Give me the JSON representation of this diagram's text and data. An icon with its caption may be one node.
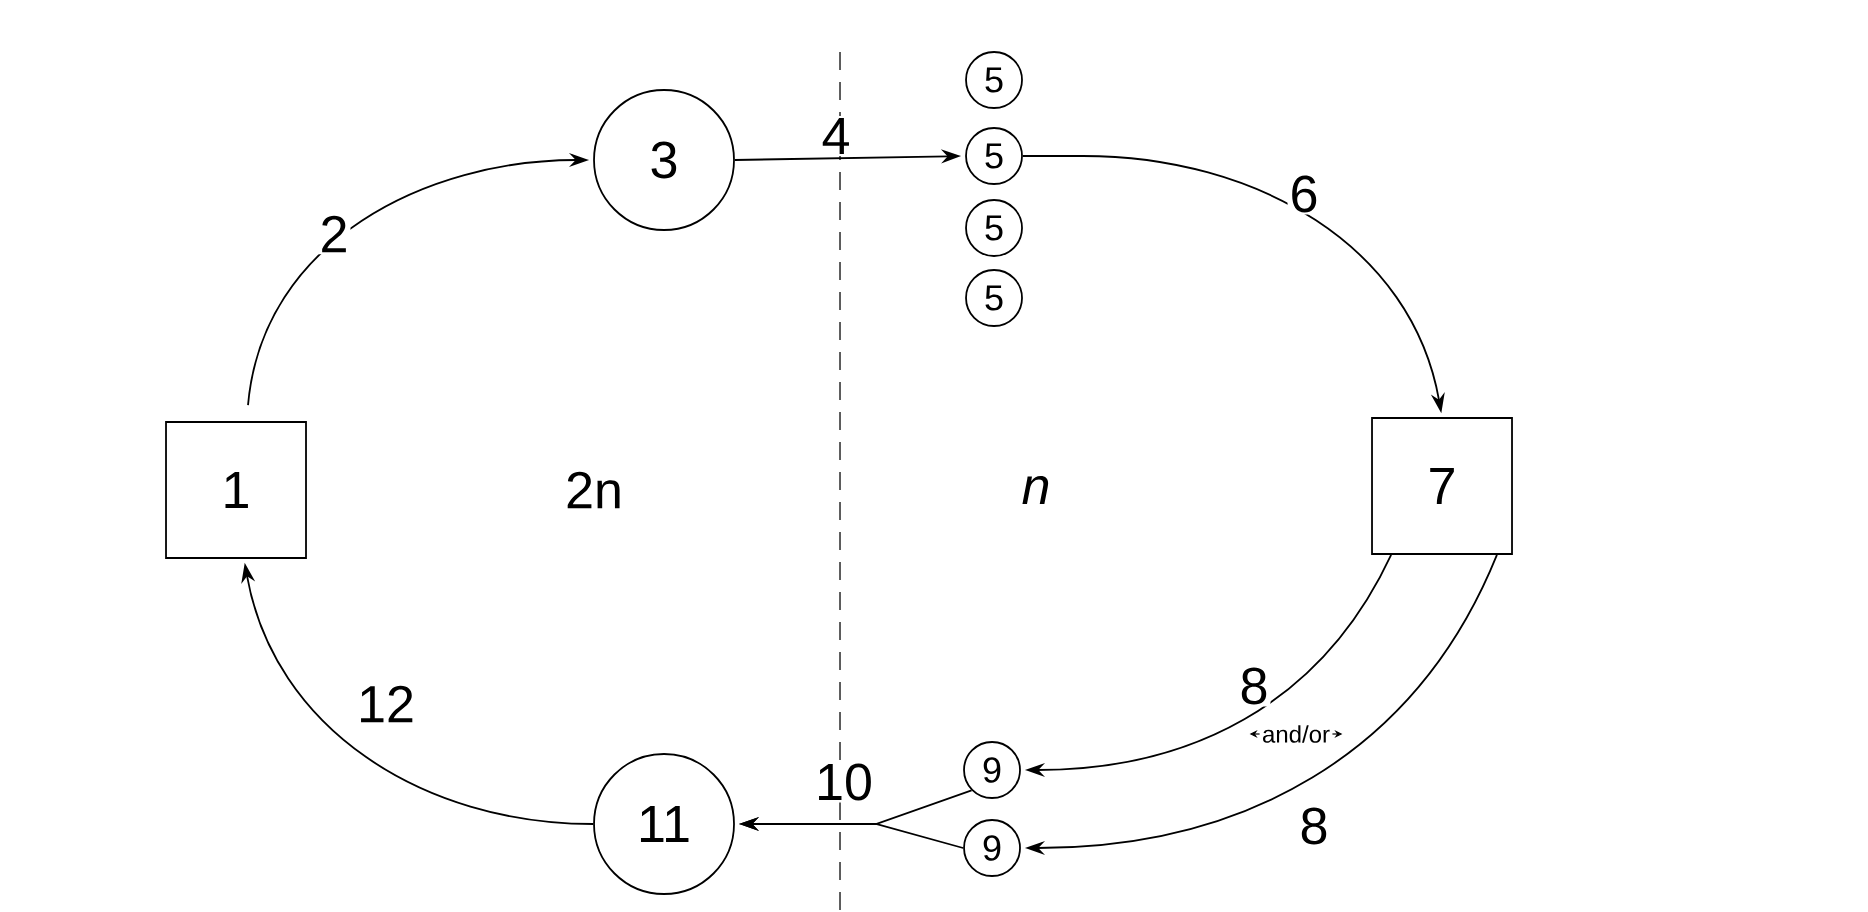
{
  "diagram": {
    "nodes": [
      {
        "text": [
          "1"
        ]
      },
      {
        "text": [
          "3"
        ]
      },
      {
        "text": [
          "5"
        ]
      },
      {
        "text": [
          "5"
        ]
      },
      {
        "text": [
          "5"
        ]
      },
      {
        "text": [
          "5"
        ]
      },
      {
        "text": [
          "7"
        ]
      },
      {
        "text": [
          "9"
        ]
      },
      {
        "text": [
          "9"
        ]
      },
      {
        "text": [
          "11"
        ]
      }
    ],
    "edges": [
      {
        "from": 0,
        "to": 1,
        "arrow": "to",
        "label": "2"
      },
      {
        "from": 1,
        "to": 3,
        "arrow": "to",
        "label": "4"
      },
      {
        "from": 3,
        "to": 6,
        "arrow": "to",
        "label": "6"
      },
      {
        "from": 6,
        "to": 7,
        "arrow": "to",
        "label": "8"
      },
      {
        "from": 6,
        "to": 8,
        "arrow": "to",
        "label": "8"
      },
      {
        "from": 7,
        "to": 9,
        "arrow": "to",
        "label": "10"
      },
      {
        "from": 8,
        "to": 9,
        "arrow": "to"
      },
      {
        "from": 9,
        "to": 0,
        "arrow": "to",
        "label": "12"
      }
    ],
    "labels": [
      "2n",
      "n",
      "and/or"
    ]
  }
}
